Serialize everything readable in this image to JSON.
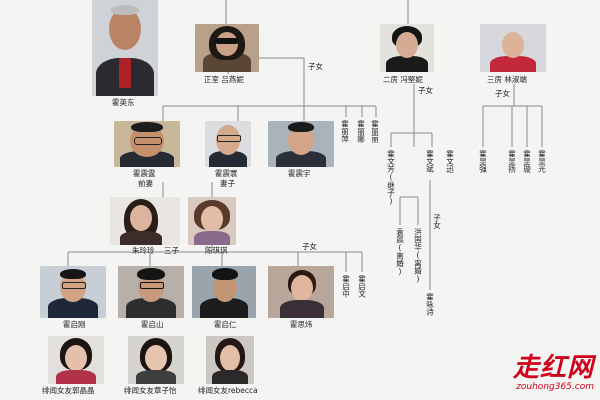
{
  "people": {
    "patriarch": "霍英东",
    "wife1": "正室 吕燕妮",
    "wife2": "二房 冯堅妮",
    "wife3": "三房 林淑端",
    "zhen_ting": "霍震霆",
    "zhen_ting_sub": "前妻",
    "zhen_huan": "霍震寰",
    "zhen_huan_sub": "妻子",
    "zhen_yu": "霍震宇",
    "li_ping": "霍丽萍",
    "li_na": "霍丽娜",
    "li_li": "霍丽丽",
    "wen_fang": "霍文芳(继子)",
    "wen_fang_spouse1": "袁晨(离婚)",
    "wen_fang_spouse2": "洪国华(离婚)",
    "wen_bin": "霍文斌",
    "wen_xun": "霍文迅",
    "xian_qiang": "霍显强",
    "xian_yang": "霍显扬",
    "xian_xuan": "霍显璇",
    "xian_guang": "霍显光",
    "zhu_ling_ling": "朱玲玲",
    "san_zi": "三子",
    "chen_qi_qi": "陈琪琪",
    "qi_gang": "霍启刚",
    "qi_shan": "霍启山",
    "qi_ren": "霍启仁",
    "si_wei": "霍思炜",
    "qi_zhong": "霍启中",
    "qi_wen": "霍启文",
    "yong_shi": "霍咏诗",
    "gf1": "绯闻女友郭晶晶",
    "gf2": "绯闻女友章子怡",
    "gf3": "绯闻女友rebecca"
  },
  "edges": {
    "children_wife1": "子女",
    "children_wife2": "子女",
    "children_wife3": "子女",
    "children_gen2": "子女",
    "children_wenbin": "子女"
  },
  "watermark": {
    "cn": "走红网",
    "en": "zouhong365.com"
  },
  "colors": {
    "line": "#8a8a8a",
    "watermark": "#d0021b"
  }
}
